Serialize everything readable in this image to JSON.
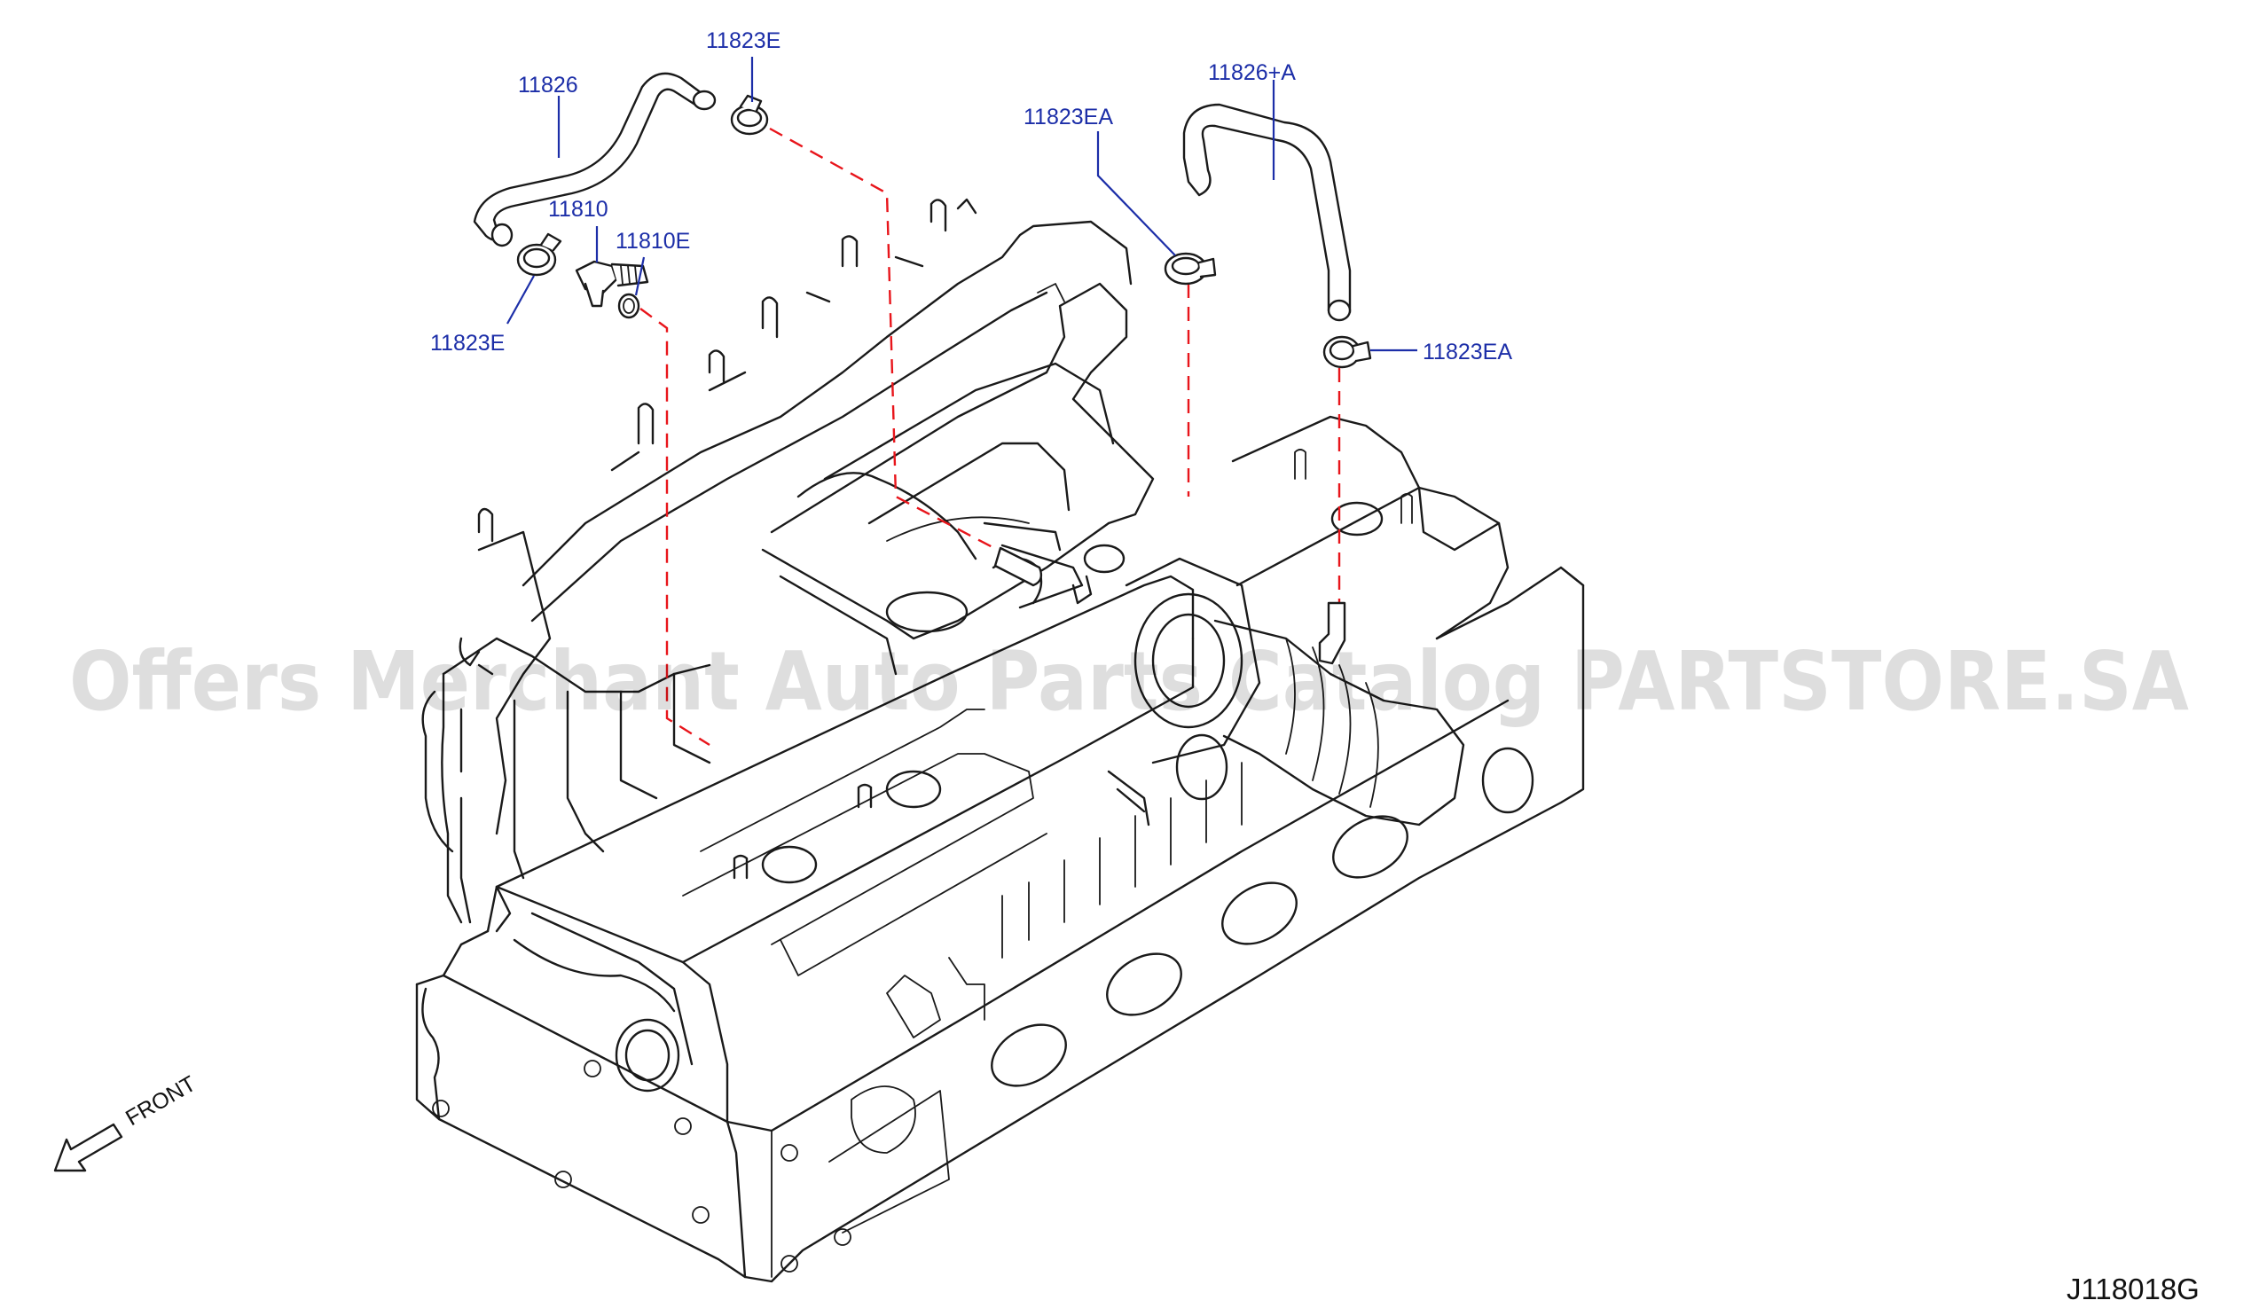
{
  "callouts": [
    {
      "id": "11826",
      "text": "11826"
    },
    {
      "id": "11823E-top",
      "text": "11823E"
    },
    {
      "id": "11810",
      "text": "11810"
    },
    {
      "id": "11810E",
      "text": "11810E"
    },
    {
      "id": "11823E-left",
      "text": "11823E"
    },
    {
      "id": "11823EA-top",
      "text": "11823EA"
    },
    {
      "id": "11826A",
      "text": "11826+A"
    },
    {
      "id": "11823EA-right",
      "text": "11823EA"
    }
  ],
  "front_label": "FRONT",
  "diagram_code": "J118018G",
  "watermark": "Offers Merchant Auto Parts Catalog PARTSTORE.SA",
  "colors": {
    "callout_text": "#1c2ea8",
    "dashed_reference": "#e8151b",
    "line_art": "#1a1a1a"
  }
}
